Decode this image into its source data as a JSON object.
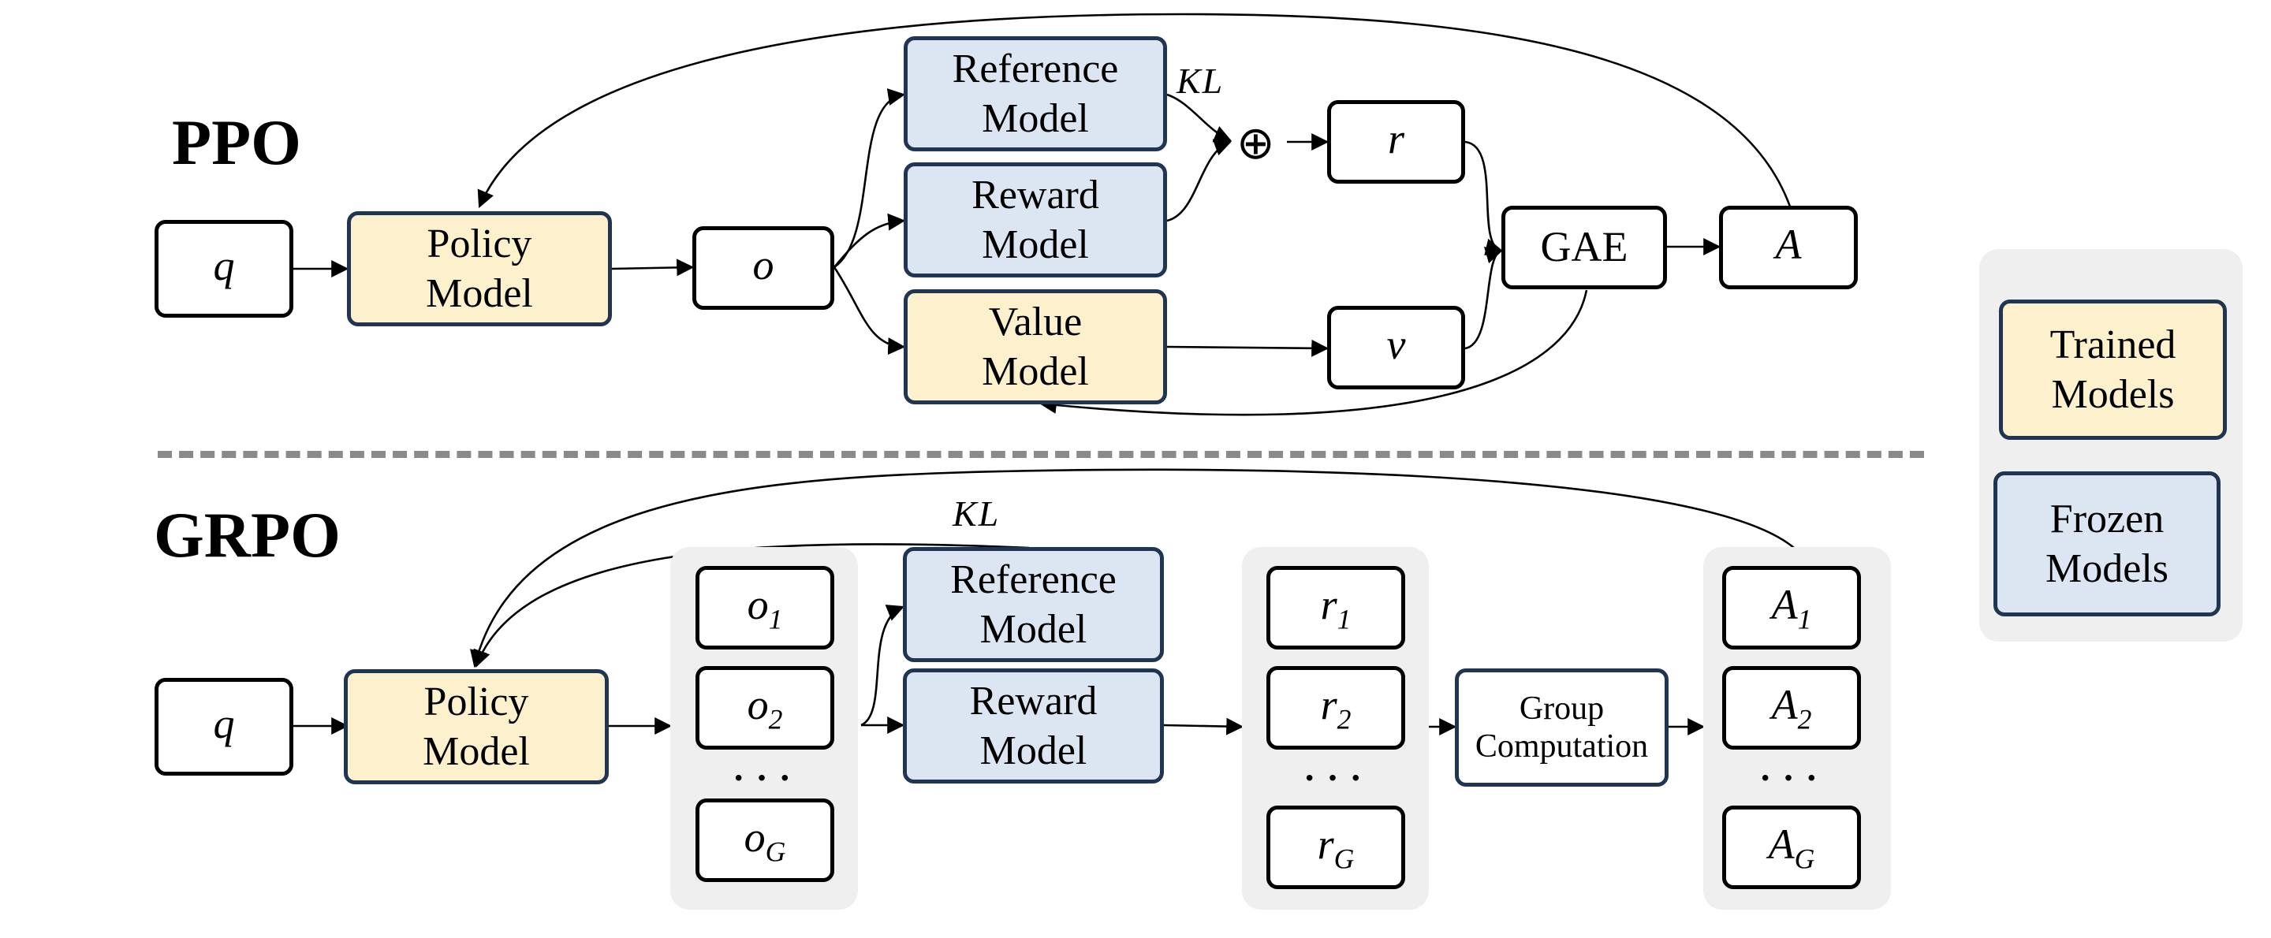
{
  "ppo": {
    "title": "PPO",
    "q": {
      "base": "q",
      "sub": ""
    },
    "policy_model": "Policy\nModel",
    "o": {
      "base": "o",
      "sub": ""
    },
    "reference_model": "Reference\nModel",
    "reward_model": "Reward\nModel",
    "value_model": "Value\nModel",
    "kl": "KL",
    "sum_symbol": "⊕",
    "r": {
      "base": "r",
      "sub": ""
    },
    "v": {
      "base": "v",
      "sub": ""
    },
    "gae": "GAE",
    "a": {
      "base": "A",
      "sub": ""
    }
  },
  "grpo": {
    "title": "GRPO",
    "q": {
      "base": "q",
      "sub": ""
    },
    "policy_model": "Policy\nModel",
    "kl": "KL",
    "outputs": [
      {
        "base": "o",
        "sub": "1"
      },
      {
        "base": "o",
        "sub": "2"
      },
      {
        "base": "o",
        "sub": "G"
      }
    ],
    "reference_model": "Reference\nModel",
    "reward_model": "Reward\nModel",
    "rewards": [
      {
        "base": "r",
        "sub": "1"
      },
      {
        "base": "r",
        "sub": "2"
      },
      {
        "base": "r",
        "sub": "G"
      }
    ],
    "group_computation": "Group\nComputation",
    "advantages": [
      {
        "base": "A",
        "sub": "1"
      },
      {
        "base": "A",
        "sub": "2"
      },
      {
        "base": "A",
        "sub": "G"
      }
    ],
    "ellipsis": "···"
  },
  "legend": {
    "trained": "Trained\nModels",
    "frozen": "Frozen\nModels"
  },
  "colors": {
    "trained_fill": "#fcf0cd",
    "frozen_fill": "#dce6f3",
    "model_border": "#1f3552",
    "group_background": "#efefef",
    "divider": "#8a8a8a"
  }
}
